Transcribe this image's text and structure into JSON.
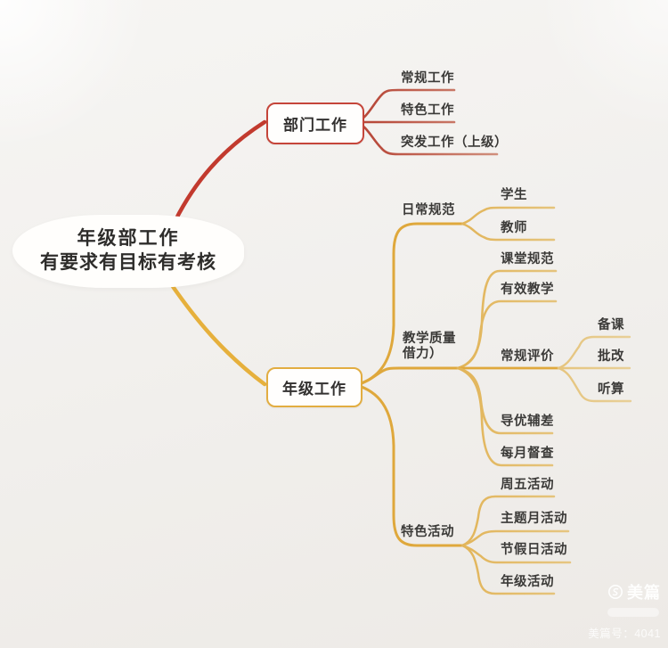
{
  "mindmap": {
    "root": {
      "line1": "年级部工作",
      "line2": "有要求有目标有考核"
    },
    "dept": {
      "label": "部门工作",
      "children": [
        {
          "label": "常规工作"
        },
        {
          "label": "特色工作"
        },
        {
          "label": "突发工作（上级）"
        }
      ]
    },
    "grade": {
      "label": "年级工作",
      "children": [
        {
          "label": "日常规范",
          "children": [
            {
              "label": "学生"
            },
            {
              "label": "教师"
            }
          ]
        },
        {
          "label": "教学质量",
          "label2": "借力）",
          "children": [
            {
              "label": "课堂规范"
            },
            {
              "label": "有效教学"
            },
            {
              "label": "常规评价",
              "children": [
                {
                  "label": "备课"
                },
                {
                  "label": "批改"
                },
                {
                  "label": "听算"
                }
              ]
            },
            {
              "label": "导优辅差"
            },
            {
              "label": "每月督查"
            }
          ]
        },
        {
          "label": "特色活动",
          "children": [
            {
              "label": "周五活动"
            },
            {
              "label": "主题月活动"
            },
            {
              "label": "节假日活动"
            },
            {
              "label": "年级活动"
            }
          ]
        }
      ]
    }
  },
  "watermark": {
    "brand": "美篇",
    "id_line": "美篇号：4041"
  },
  "colors": {
    "background": "#f1efec",
    "branch_red": "#c23a2e",
    "branch_red_light": "#b95a4a",
    "branch_gold": "#dfa93f",
    "node_fill": "#fffefd",
    "text": "#3b3a38"
  }
}
